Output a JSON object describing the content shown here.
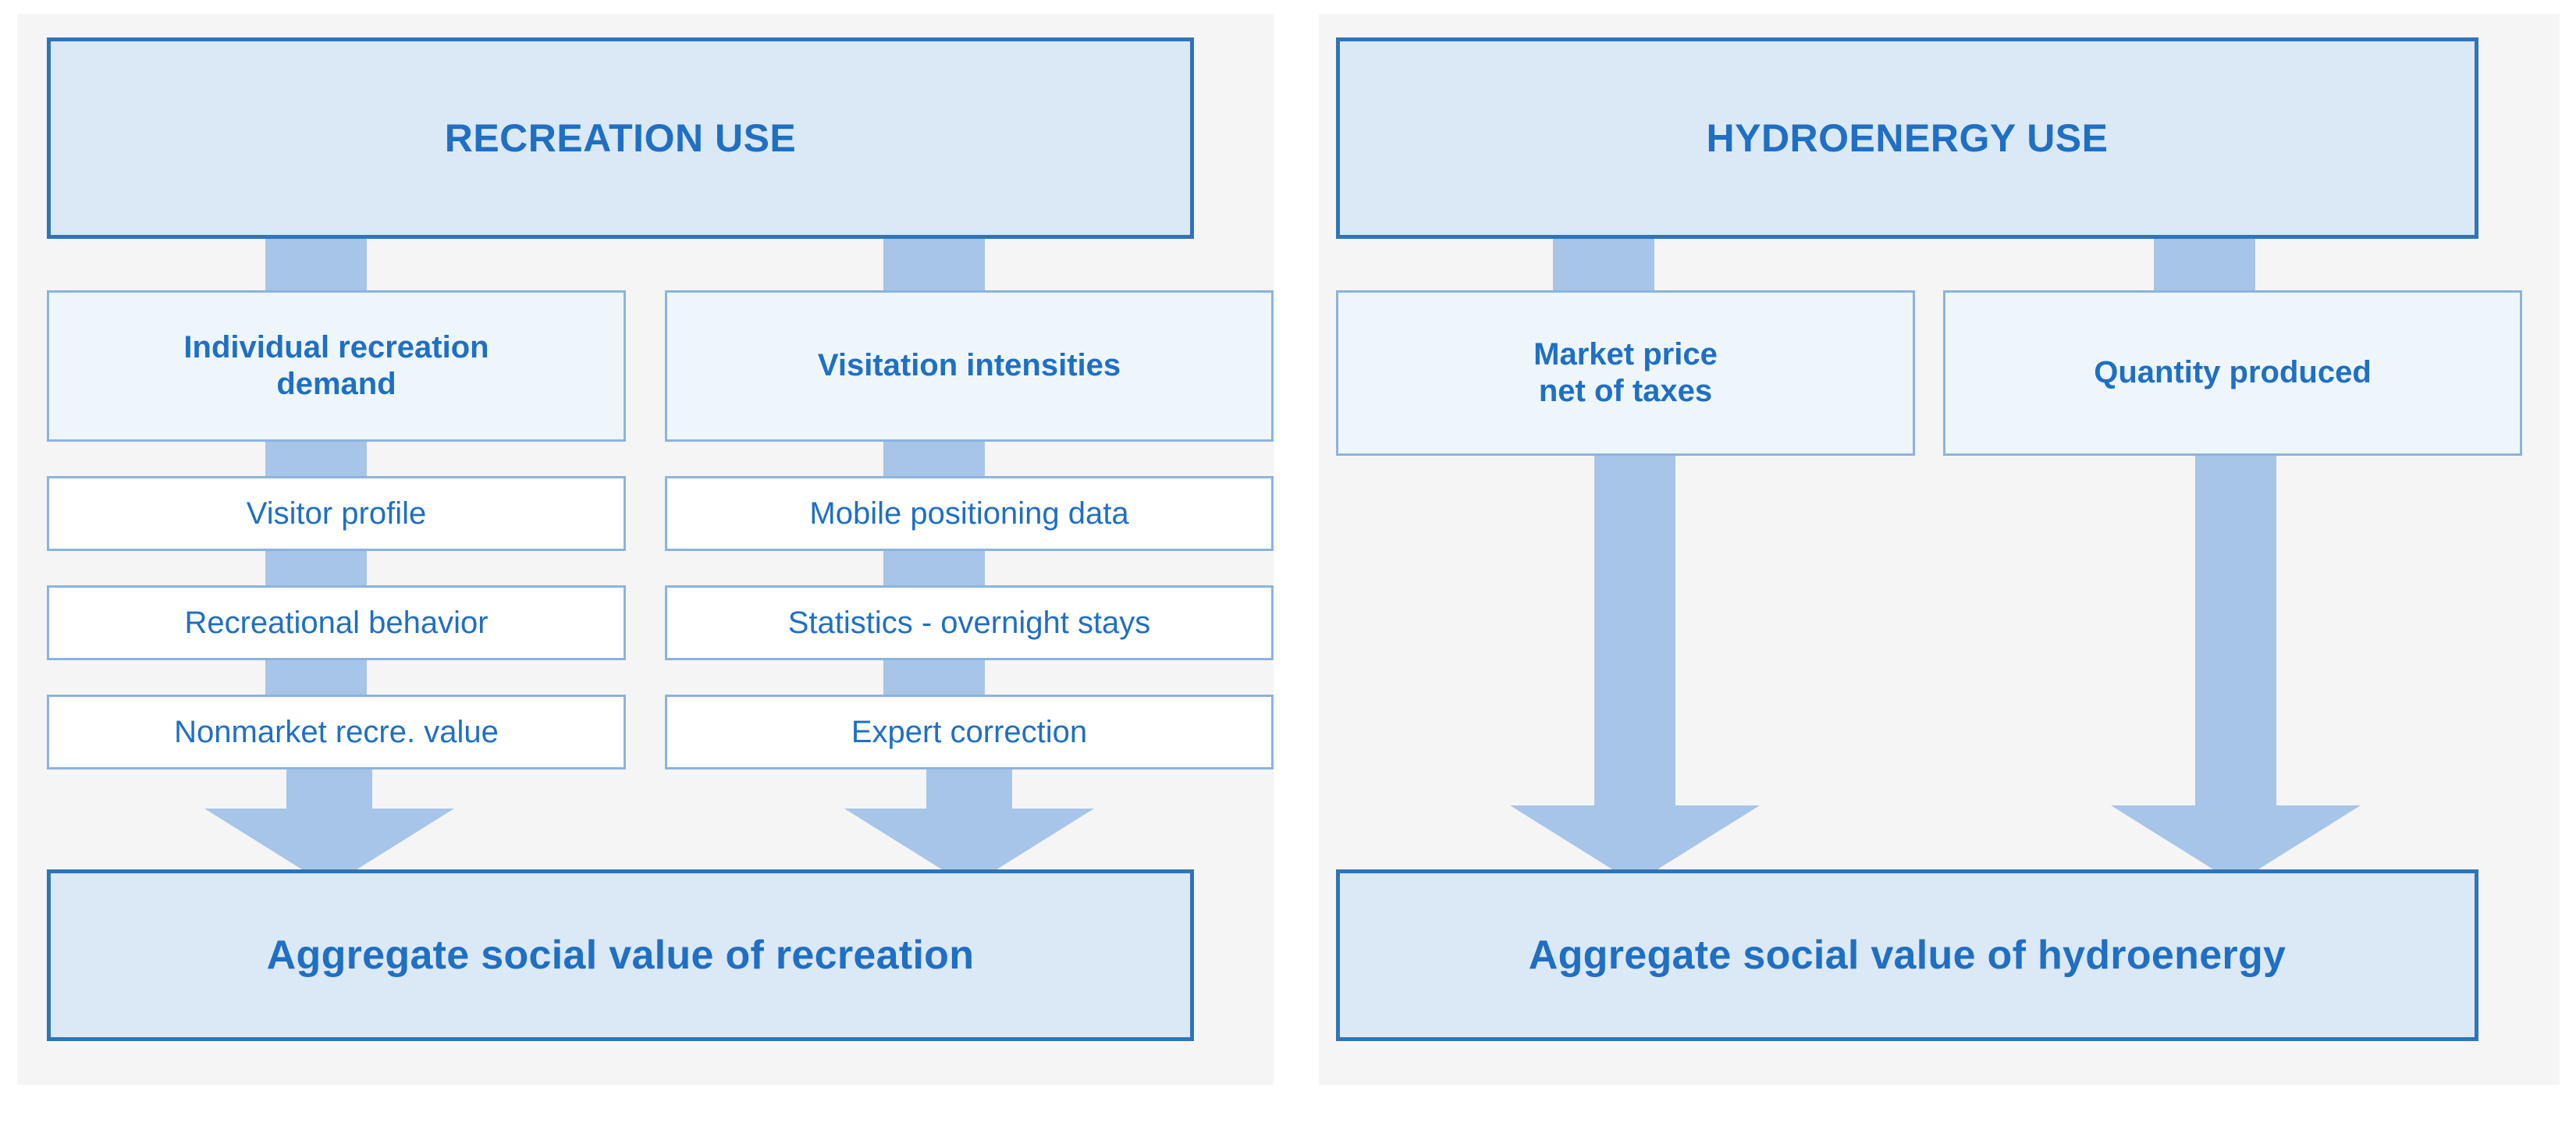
{
  "diagram": {
    "title_semantic": "valuation-framework-two-panels",
    "colors": {
      "accent_dark_blue": "#2e75b6",
      "text_blue": "#1f6fc4",
      "header_fill": "#dbe8f5",
      "mid_fill": "#eef6fb",
      "leaf_fill": "#ffffff",
      "mid_border": "#8cb3dd",
      "arrow_fill": "#a6c5e8",
      "panel_background": "#f5f5f5",
      "page_background": "#ffffff"
    }
  },
  "panels": [
    {
      "id": "recreation",
      "header": "RECREATION USE",
      "columns": [
        {
          "id": "individual-recreation-demand",
          "title_line1": "Individual recreation",
          "title_line2": "demand",
          "leaves": [
            "Visitor profile",
            "Recreational behavior",
            "Nonmarket recre. value"
          ]
        },
        {
          "id": "visitation-intensities",
          "title_line1": "Visitation intensities",
          "title_line2": "",
          "leaves": [
            "Mobile positioning data",
            "Statistics - overnight stays",
            "Expert correction"
          ]
        }
      ],
      "aggregate": "Aggregate social value of recreation"
    },
    {
      "id": "hydroenergy",
      "header": "HYDROENERGY USE",
      "columns": [
        {
          "id": "market-price-net-of-taxes",
          "title_line1": "Market price",
          "title_line2": "net of taxes",
          "leaves": []
        },
        {
          "id": "quantity-produced",
          "title_line1": "Quantity produced",
          "title_line2": "",
          "leaves": []
        }
      ],
      "aggregate": "Aggregate social value of hydroenergy"
    }
  ]
}
